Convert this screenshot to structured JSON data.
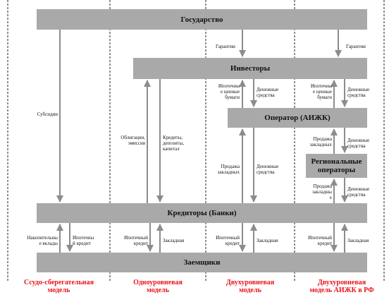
{
  "boxes": {
    "state": "Государство",
    "investors": "Инвесторы",
    "operator": "Оператор (АИЖК)",
    "regional_1": "Региональные",
    "regional_2": "операторы",
    "creditors": "Кредиторы (Банки)",
    "borrowers": "Заемщики"
  },
  "labels": {
    "subsidies": "Субсидии",
    "guarantees_1": "Гарантии",
    "guarantees_2": "Гарантии",
    "bonds_1": "Облигации,",
    "bonds_2": "эмиссия",
    "credits_1": "Кредиты,",
    "credits_2": "депозиты,",
    "credits_3": "капитал",
    "mort_sec_a1": "Ипотечны",
    "mort_sec_a2": "е ценные",
    "mort_sec_a3": "бумаги",
    "money_a1": "Денежные",
    "money_a2": "средства",
    "mort_sec_b1": "Ипотечны",
    "mort_sec_b2": "е ценные",
    "mort_sec_b3": "бумаги",
    "money_b1": "Денежные",
    "money_b2": "средства",
    "sale_c1": "Продажа",
    "sale_c2": "закладных",
    "money_c1": "Денежные",
    "money_c2": "средства",
    "sale_d1": "Продажа",
    "sale_d2": "закладных",
    "money_d1": "Денежные",
    "money_d2": "средства",
    "sale_e1": "Продажа",
    "sale_e2": "закладны",
    "sale_e3": "х",
    "money_e1": "Денежные",
    "money_e2": "средства",
    "savings_1": "Накопительны",
    "savings_2": "е вклады",
    "mortgage_1a": "Ипотечны",
    "mortgage_1b": "й кредит",
    "mortgage_2a": "Ипотечный",
    "mortgage_2b": "кредит",
    "pledge_2": "Закладная",
    "mortgage_3a": "Ипотечный",
    "mortgage_3b": "кредит",
    "pledge_3": "Закладная",
    "mortgage_4a": "Ипотечный",
    "mortgage_4b": "кредит",
    "pledge_4": "Закладная"
  },
  "models": {
    "m1_1": "Ссудо-сберегательная",
    "m1_2": "модель",
    "m2_1": "Одноуровневая",
    "m2_2": "модель",
    "m3_1": "Двухуровневая",
    "m3_2": "модель",
    "m4_1": "Двухуровневая",
    "m4_2": "модель АИЖК в РФ"
  },
  "colors": {
    "box": "#a9a9a9",
    "arrow": "#8c8c8c",
    "divider": "#222222",
    "model_text": "#e8141b"
  }
}
